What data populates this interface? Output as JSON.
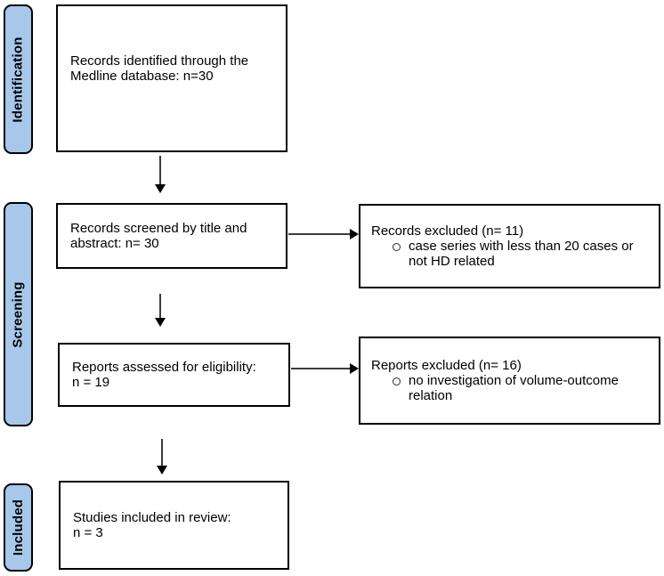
{
  "stages": [
    {
      "label": "Identification"
    },
    {
      "label": "Screening"
    },
    {
      "label": "Included"
    }
  ],
  "boxes": {
    "identified": {
      "text": "Records identified through the\nMedline database: n=30"
    },
    "screened": {
      "text": "Records screened by title and\nabstract: n= 30"
    },
    "assessed": {
      "text": "Reports assessed for eligibility:\nn = 19"
    },
    "included": {
      "text": "Studies included in review:\nn = 3"
    },
    "records_excluded": {
      "title": "Records excluded (n= 11)",
      "bullet": "case series with less than 20 cases or\nnot HD related"
    },
    "reports_excluded": {
      "title": "Reports excluded (n= 16)",
      "bullet": "no investigation of volume-outcome\nrelation"
    }
  },
  "icons": {
    "arrow_down": "solid-triangle-down-arrow",
    "arrow_right": "solid-triangle-right-arrow",
    "bullet": "circle-outline"
  },
  "colors": {
    "stage_fill": "#a7c8ea",
    "stage_border": "#000000",
    "box_border": "#000000",
    "box_fill": "#ffffff",
    "arrow": "#000000",
    "text": "#000000"
  }
}
